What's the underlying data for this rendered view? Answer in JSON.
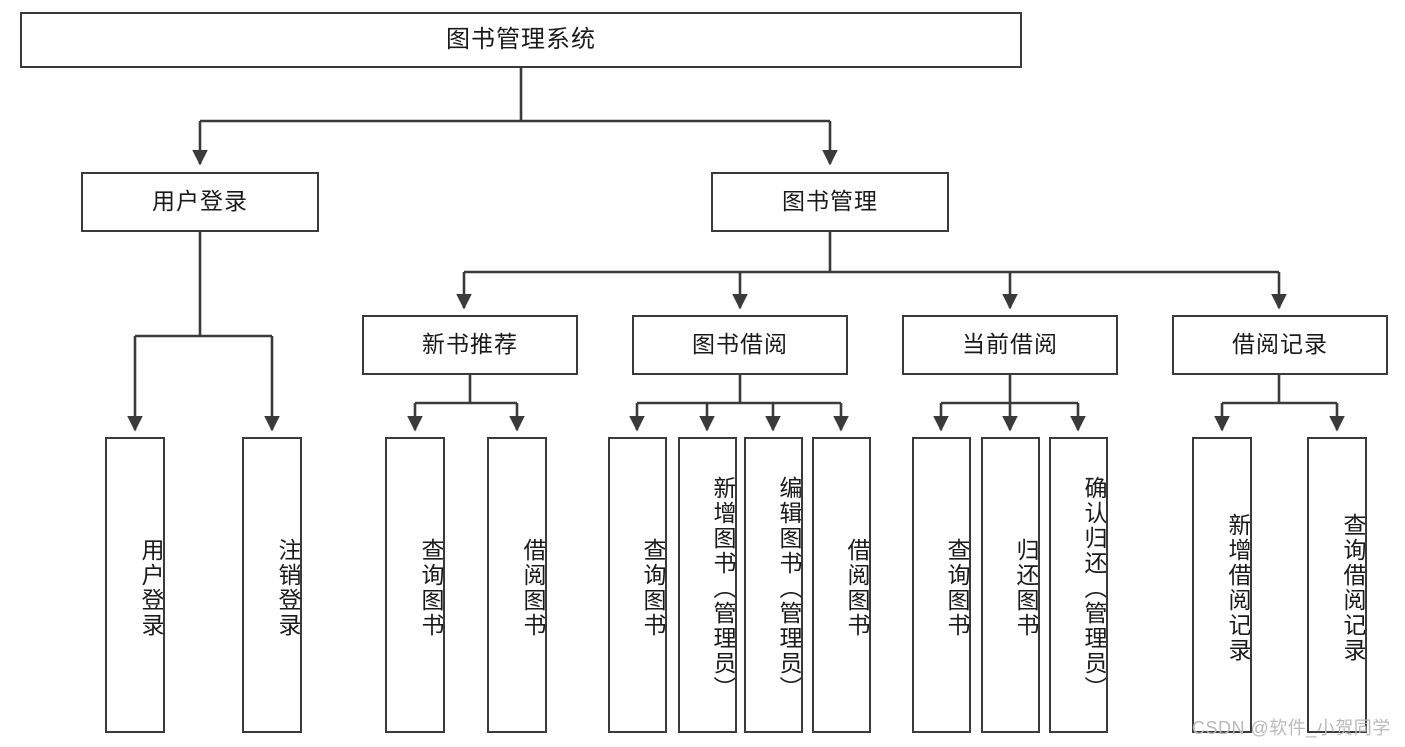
{
  "diagram": {
    "title": "图书管理系统",
    "type": "hierarchy-tree",
    "watermark": "CSDN @软件_小贺同学",
    "colors": {
      "box_border": "#3a3a3a",
      "box_fill": "#ffffff",
      "connector": "#3a3a3a",
      "text": "#1a1a1a",
      "watermark": "#b9b9b9"
    },
    "levels": {
      "root": {
        "label": "图书管理系统"
      },
      "level2": [
        {
          "id": "user-login",
          "label": "用户登录"
        },
        {
          "id": "book-manage",
          "label": "图书管理"
        }
      ],
      "level3": [
        {
          "id": "new-book-recommend",
          "label": "新书推荐"
        },
        {
          "id": "book-borrow",
          "label": "图书借阅"
        },
        {
          "id": "current-borrow",
          "label": "当前借阅"
        },
        {
          "id": "borrow-record",
          "label": "借阅记录"
        }
      ],
      "leaves": {
        "user_login": [
          {
            "id": "leaf-user-login",
            "label": "用户登录"
          },
          {
            "id": "leaf-logout",
            "label": "注销登录"
          }
        ],
        "new_book_recommend": [
          {
            "id": "leaf-query-book-1",
            "label": "查询图书"
          },
          {
            "id": "leaf-borrow-book-1",
            "label": "借阅图书"
          }
        ],
        "book_borrow": [
          {
            "id": "leaf-query-book-2",
            "label": "查询图书"
          },
          {
            "id": "leaf-add-book",
            "label": "新增图书（管理员）"
          },
          {
            "id": "leaf-edit-book",
            "label": "编辑图书（管理员）"
          },
          {
            "id": "leaf-borrow-book-2",
            "label": "借阅图书"
          }
        ],
        "current_borrow": [
          {
            "id": "leaf-query-book-3",
            "label": "查询图书"
          },
          {
            "id": "leaf-return-book",
            "label": "归还图书"
          },
          {
            "id": "leaf-confirm-return",
            "label": "确认归还（管理员）"
          }
        ],
        "borrow_record": [
          {
            "id": "leaf-add-record",
            "label": "新增借阅记录"
          },
          {
            "id": "leaf-query-record",
            "label": "查询借阅记录"
          }
        ]
      }
    }
  }
}
